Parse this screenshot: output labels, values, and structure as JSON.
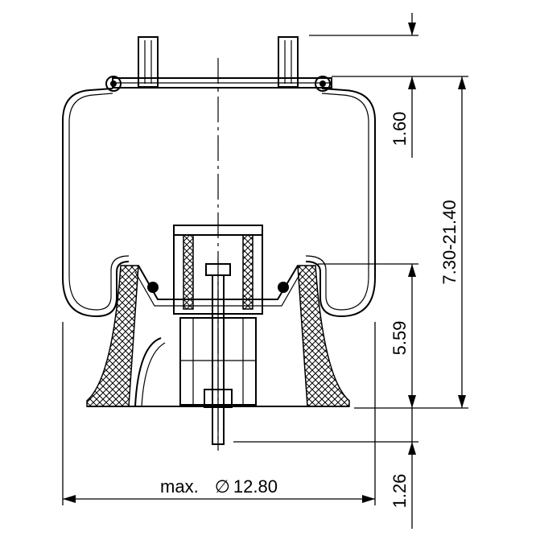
{
  "dimensions": {
    "top_height": "1.60",
    "stroke_range": "7.30-21.40",
    "piston_height": "5.59",
    "bottom_stud": "1.26",
    "max_diameter_prefix": "max.",
    "diameter_symbol": "∅",
    "max_diameter_value": "12.80"
  }
}
